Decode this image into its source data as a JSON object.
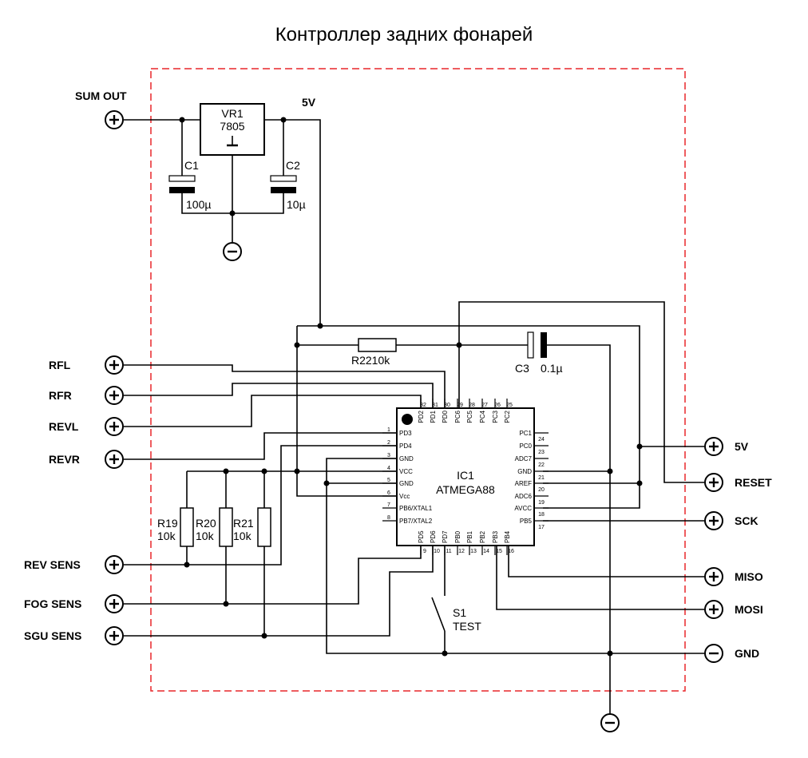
{
  "title": "Контроллер задних фонарей",
  "regulator": {
    "name": "VR1",
    "part": "7805",
    "out_label": "5V"
  },
  "capacitors": {
    "c1": {
      "name": "C1",
      "value": "100µ"
    },
    "c2": {
      "name": "C2",
      "value": "10µ"
    },
    "c3": {
      "name": "C3",
      "value": "0.1µ"
    }
  },
  "resistors": {
    "r22": {
      "label": "R2210k"
    },
    "r19": {
      "name": "R19",
      "value": "10k"
    },
    "r20": {
      "name": "R20",
      "value": "10k"
    },
    "r21": {
      "name": "R21",
      "value": "10k"
    }
  },
  "ic": {
    "name": "IC1",
    "part": "ATMEGA88",
    "left_pins": [
      {
        "num": "1",
        "name": "PD3"
      },
      {
        "num": "2",
        "name": "PD4"
      },
      {
        "num": "3",
        "name": "GND"
      },
      {
        "num": "4",
        "name": "VCC"
      },
      {
        "num": "5",
        "name": "GND"
      },
      {
        "num": "6",
        "name": "Vcc"
      },
      {
        "num": "7",
        "name": "PB6/XTAL1"
      },
      {
        "num": "8",
        "name": "PB7/XTAL2"
      }
    ],
    "right_pins": [
      {
        "num": "24",
        "name": "PC1"
      },
      {
        "num": "23",
        "name": "PC0"
      },
      {
        "num": "22",
        "name": "ADC7"
      },
      {
        "num": "21",
        "name": "GND"
      },
      {
        "num": "20",
        "name": "AREF"
      },
      {
        "num": "19",
        "name": "ADC6"
      },
      {
        "num": "18",
        "name": "AVCC"
      },
      {
        "num": "17",
        "name": "PB5"
      }
    ],
    "top_pins": [
      {
        "num": "32",
        "name": "PD2"
      },
      {
        "num": "31",
        "name": "PD1"
      },
      {
        "num": "30",
        "name": "PD0"
      },
      {
        "num": "29",
        "name": "PC6"
      },
      {
        "num": "28",
        "name": "PC5"
      },
      {
        "num": "27",
        "name": "PC4"
      },
      {
        "num": "26",
        "name": "PC3"
      },
      {
        "num": "25",
        "name": "PC2"
      }
    ],
    "bottom_pins": [
      {
        "num": "9",
        "name": "PD5"
      },
      {
        "num": "10",
        "name": "PD6"
      },
      {
        "num": "11",
        "name": "PD7"
      },
      {
        "num": "12",
        "name": "PB0"
      },
      {
        "num": "13",
        "name": "PB1"
      },
      {
        "num": "14",
        "name": "PB2"
      },
      {
        "num": "15",
        "name": "PB3"
      },
      {
        "num": "16",
        "name": "PB4"
      }
    ]
  },
  "switch": {
    "name": "S1",
    "label": "TEST"
  },
  "terminals": {
    "sum_out": "SUM OUT",
    "rfl": "RFL",
    "rfr": "RFR",
    "revl": "REVL",
    "revr": "REVR",
    "rev_sens": "REV SENS",
    "fog_sens": "FOG SENS",
    "sgu_sens": "SGU SENS",
    "v5": "5V",
    "reset": "RESET",
    "sck": "SCK",
    "miso": "MISO",
    "mosi": "MOSI",
    "gnd": "GND"
  },
  "colors": {
    "border": "#e8262a",
    "line": "#000000"
  }
}
